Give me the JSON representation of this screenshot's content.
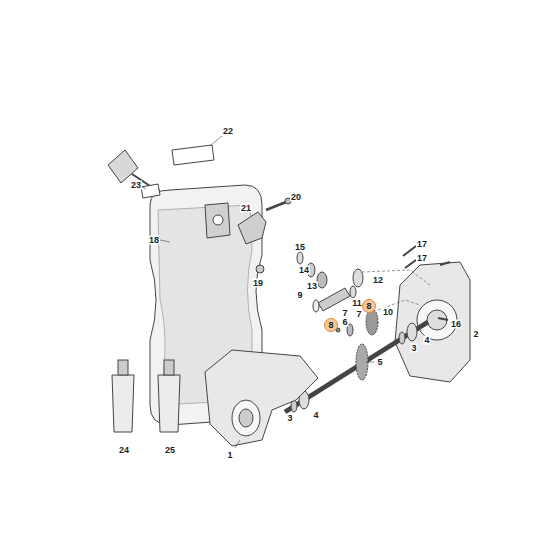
{
  "diagram": {
    "labels": [
      "22",
      "23",
      "20",
      "21",
      "18",
      "19",
      "17",
      "17",
      "15",
      "14",
      "13",
      "12",
      "9",
      "11",
      "10",
      "8",
      "7",
      "8",
      "7",
      "6",
      "16",
      "2",
      "4",
      "3",
      "5",
      "4",
      "3",
      "1",
      "24",
      "25"
    ]
  }
}
